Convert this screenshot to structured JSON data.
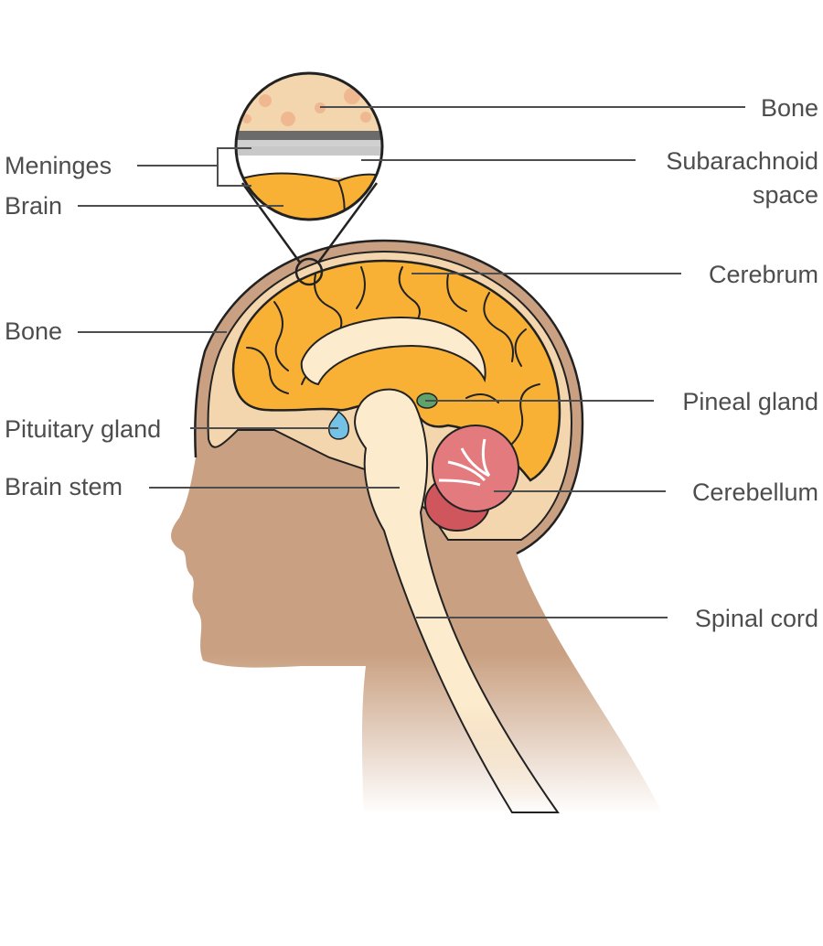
{
  "title": "Brain anatomy diagram",
  "labels": {
    "bone_top": "Bone",
    "meninges": "Meninges",
    "brain": "Brain",
    "subarachnoid_1": "Subarachnoid",
    "subarachnoid_2": "space",
    "cerebrum": "Cerebrum",
    "bone_left": "Bone",
    "pineal": "Pineal gland",
    "pituitary": "Pituitary gland",
    "brain_stem": "Brain stem",
    "cerebellum": "Cerebellum",
    "spinal_cord": "Spinal cord"
  },
  "colors": {
    "skin": "#c9a081",
    "bone": "#f3d6ad",
    "brain": "#f8b134",
    "stem": "#fdebcd",
    "cerebellum": "#e37a7e",
    "pineal": "#5ea46a",
    "pituitary": "#74c3e6",
    "meninges_dark": "#6b6b6b"
  }
}
